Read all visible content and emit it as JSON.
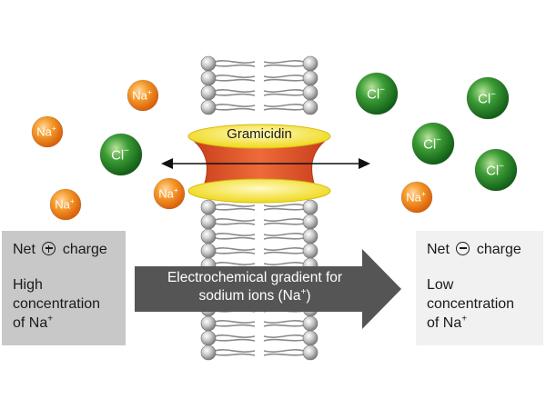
{
  "ions": {
    "na_label": "Na",
    "na_charge": "+",
    "cl_label": "Cl",
    "cl_charge": "−",
    "na_color": "#f28a1e",
    "cl_color": "#2e8b2e"
  },
  "channel": {
    "label": "Gramicidin",
    "band_color": "#f5e32a",
    "pore_color": "#e0522a"
  },
  "left_box": {
    "net_prefix": "Net",
    "net_suffix": "charge",
    "sign": "plus",
    "concentration_line1": "High",
    "concentration_line2": "concentration",
    "concentration_line3_prefix": "of Na",
    "concentration_line3_sup": "+"
  },
  "right_box": {
    "net_prefix": "Net",
    "net_suffix": "charge",
    "sign": "minus",
    "concentration_line1": "Low",
    "concentration_line2": "concentration",
    "concentration_line3_prefix": "of Na",
    "concentration_line3_sup": "+"
  },
  "gradient_arrow": {
    "line1": "Electrochemical gradient for",
    "line2_prefix": "sodium ions (Na",
    "line2_sup": "+",
    "line2_suffix": ")",
    "color": "#555555"
  }
}
